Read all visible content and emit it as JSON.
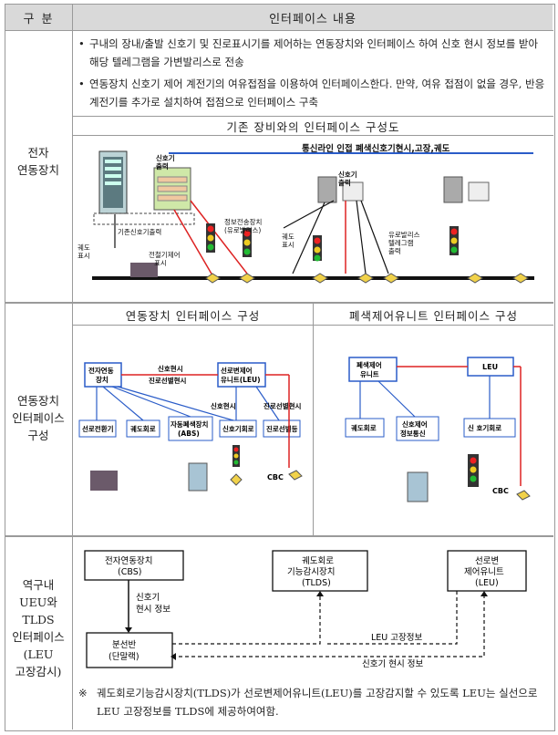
{
  "header": {
    "col1": "구 분",
    "col2": "인터페이스 내용"
  },
  "row1": {
    "label": "전자\n연동장치",
    "bullets": [
      "구내의 장내/출발 신호기 및 진로표시기를 제어하는 연동장치와 인터페이스 하여 신호 현시 정보를 받아 해당 텔레그램을 가변발리스로 전송",
      "연동장치 신호기 제어 계전기의 여유접점을 이용하여 인터페이스한다. 만약, 여유 접점이 없을 경우, 반응계전기를 추가로 설치하여 접점으로 인터페이스 구축"
    ],
    "diagram_title": "기존 장비와의 인터페이스 구성도",
    "diagram_labels": {
      "top_line": "통신라인 인접 폐색신호기현시,고장,궤도",
      "signal_output": "신호기\n출력",
      "signal_output2": "신호기\n출력",
      "existing_signal": "기존신호기출력",
      "info_transfer": "정보전송장치\n(유로발리스)",
      "track_display": "궤도\n표시",
      "track_display2": "궤도\n표시",
      "switch_ctrl": "전철기제어\n표시",
      "eurobalise": "유로발리스\n텔레그램\n출력"
    }
  },
  "row2": {
    "label": "연동장치\n인터페이스\n구성",
    "left_title": "연동장치 인터페이스 구성",
    "right_title": "폐색제어유니트 인터페이스 구성",
    "left": {
      "interlock": "전자연동\n장치",
      "leu": "선로변제어\n유니트(LEU)",
      "signal_show": "신호현시",
      "route_show": "진로선별현시",
      "signal_show2": "신호현시",
      "route_show2": "진로선별현시",
      "switch": "선로전환기",
      "track": "궤도회로",
      "abs": "자동폐색장치\n(ABS)",
      "signal": "신호기회로",
      "route": "진로선별등",
      "cbc": "CBC"
    },
    "right": {
      "block": "폐색제어\n유니트",
      "leu": "LEU",
      "track": "궤도회로",
      "comm": "신호제어\n정보통신",
      "signal": "신 호기회로",
      "cbc": "CBC"
    }
  },
  "row3": {
    "label": "역구내\nUEU와\nTLDS\n인터페이스\n(LEU\n고장감시)",
    "cbs": "전자연동장치\n(CBS)",
    "tlds": "궤도회로\n기능감시장치\n(TLDS)",
    "leu": "선로변\n제어유니트\n(LEU)",
    "term": "분선반\n(단말랙)",
    "sig_info": "신호기\n현시 정보",
    "fault": "LEU 고장정보",
    "sig_info2": "신호기 현시 정보",
    "note_mark": "※",
    "note": "궤도회로기능감시장치(TLDS)가 선로변제어유니트(LEU)를 고장감지할 수 있도록 LEU는 실선으로 LEU 고장정보를 TLDS에 제공하여여함."
  }
}
